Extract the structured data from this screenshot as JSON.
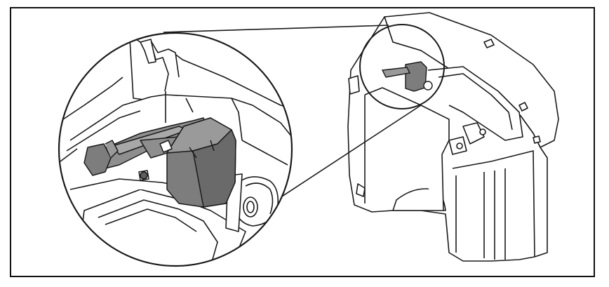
{
  "figure": {
    "title": "",
    "caption": "",
    "colors": {
      "line": "#1a1a1a",
      "body_fill": "#ffffff",
      "highlight_part": "#7d7d7d",
      "highlight_part_dark": "#5e5e5e",
      "shading": "#d8d8d8"
    },
    "parts": [
      {
        "name": "housing",
        "description_visible": false
      },
      {
        "name": "highlighted-clip-part",
        "description_visible": false
      },
      {
        "name": "magnifier-callout",
        "description_visible": false
      }
    ]
  }
}
